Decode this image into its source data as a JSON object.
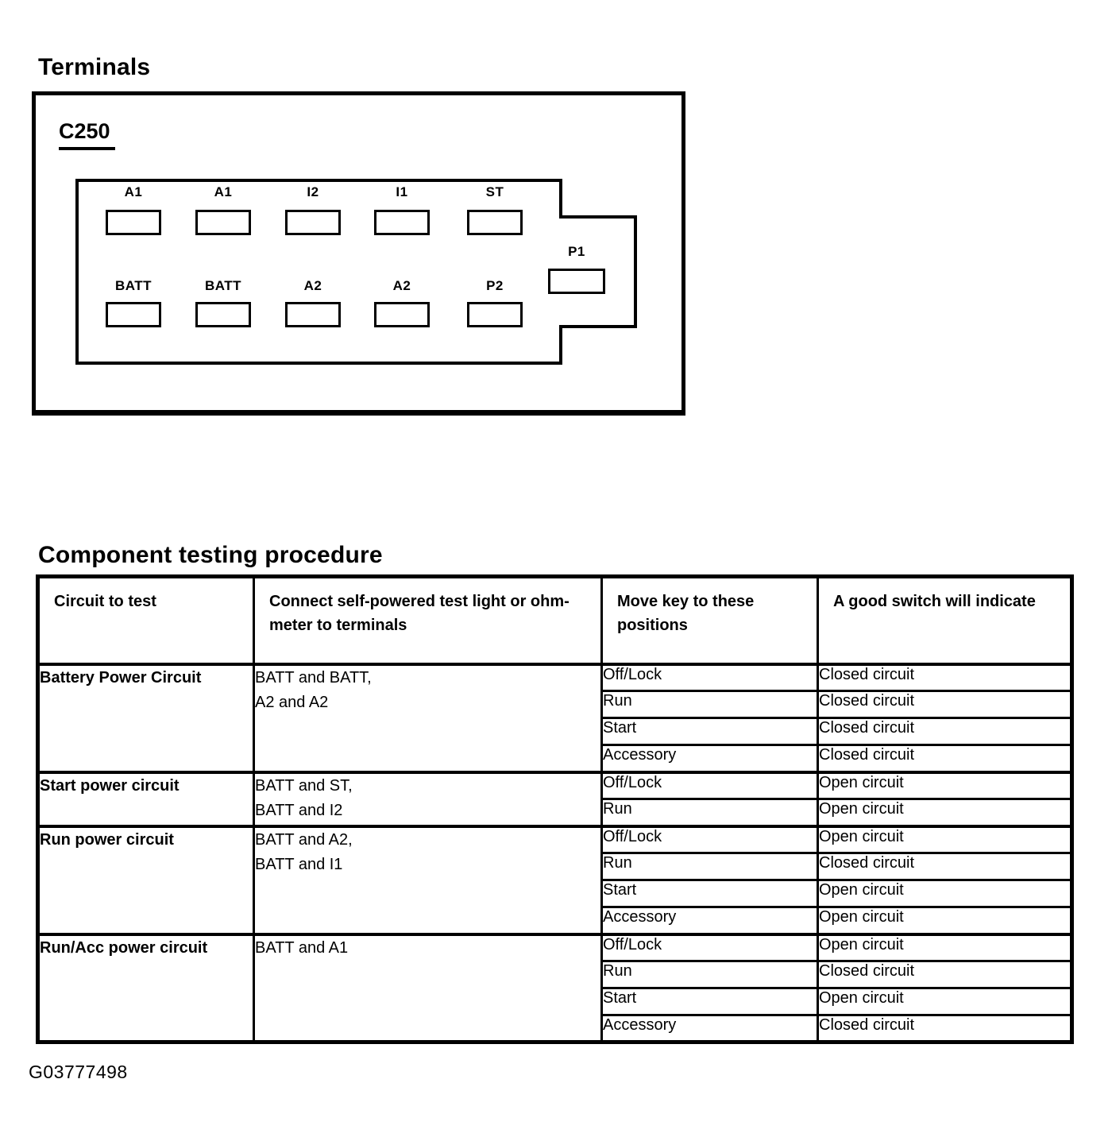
{
  "colors": {
    "ink": "#000000",
    "paper": "#ffffff"
  },
  "terminals_section": {
    "title": "Terminals",
    "connector_id": "C250",
    "top_row_labels": [
      "A1",
      "A1",
      "I2",
      "I1",
      "ST"
    ],
    "bottom_row_labels": [
      "BATT",
      "BATT",
      "A2",
      "A2",
      "P2"
    ],
    "side_label": "P1"
  },
  "procedure_section": {
    "title": "Component testing procedure",
    "table": {
      "headers": {
        "circuit": [
          "Circuit to test"
        ],
        "connect": [
          "Connect self-powered test light or ohm-",
          "meter to terminals"
        ],
        "key": [
          "Move key to these",
          "positions"
        ],
        "indicate": [
          "A good switch will indicate"
        ]
      },
      "rows": [
        {
          "circuit": "Battery Power Circuit",
          "terminals": [
            "BATT and BATT,",
            "A2 and A2"
          ],
          "tests": [
            {
              "position": "Off/Lock",
              "result": "Closed circuit"
            },
            {
              "position": "Run",
              "result": "Closed circuit"
            },
            {
              "position": "Start",
              "result": "Closed circuit"
            },
            {
              "position": "Accessory",
              "result": "Closed circuit"
            }
          ]
        },
        {
          "circuit": "Start power circuit",
          "terminals": [
            "BATT and ST,",
            "BATT and I2"
          ],
          "tests": [
            {
              "position": "Off/Lock",
              "result": "Open circuit"
            },
            {
              "position": "Run",
              "result": "Open circuit"
            }
          ]
        },
        {
          "circuit": "Run power circuit",
          "terminals": [
            "BATT and A2,",
            "BATT and I1"
          ],
          "tests": [
            {
              "position": "Off/Lock",
              "result": "Open circuit"
            },
            {
              "position": "Run",
              "result": "Closed circuit"
            },
            {
              "position": "Start",
              "result": "Open circuit"
            },
            {
              "position": "Accessory",
              "result": "Open circuit"
            }
          ]
        },
        {
          "circuit": "Run/Acc power circuit",
          "terminals": [
            "BATT and A1"
          ],
          "tests": [
            {
              "position": "Off/Lock",
              "result": "Open circuit"
            },
            {
              "position": "Run",
              "result": "Closed circuit"
            },
            {
              "position": "Start",
              "result": "Open circuit"
            },
            {
              "position": "Accessory",
              "result": "Closed circuit"
            }
          ]
        }
      ]
    }
  },
  "figure_id": "G03777498"
}
